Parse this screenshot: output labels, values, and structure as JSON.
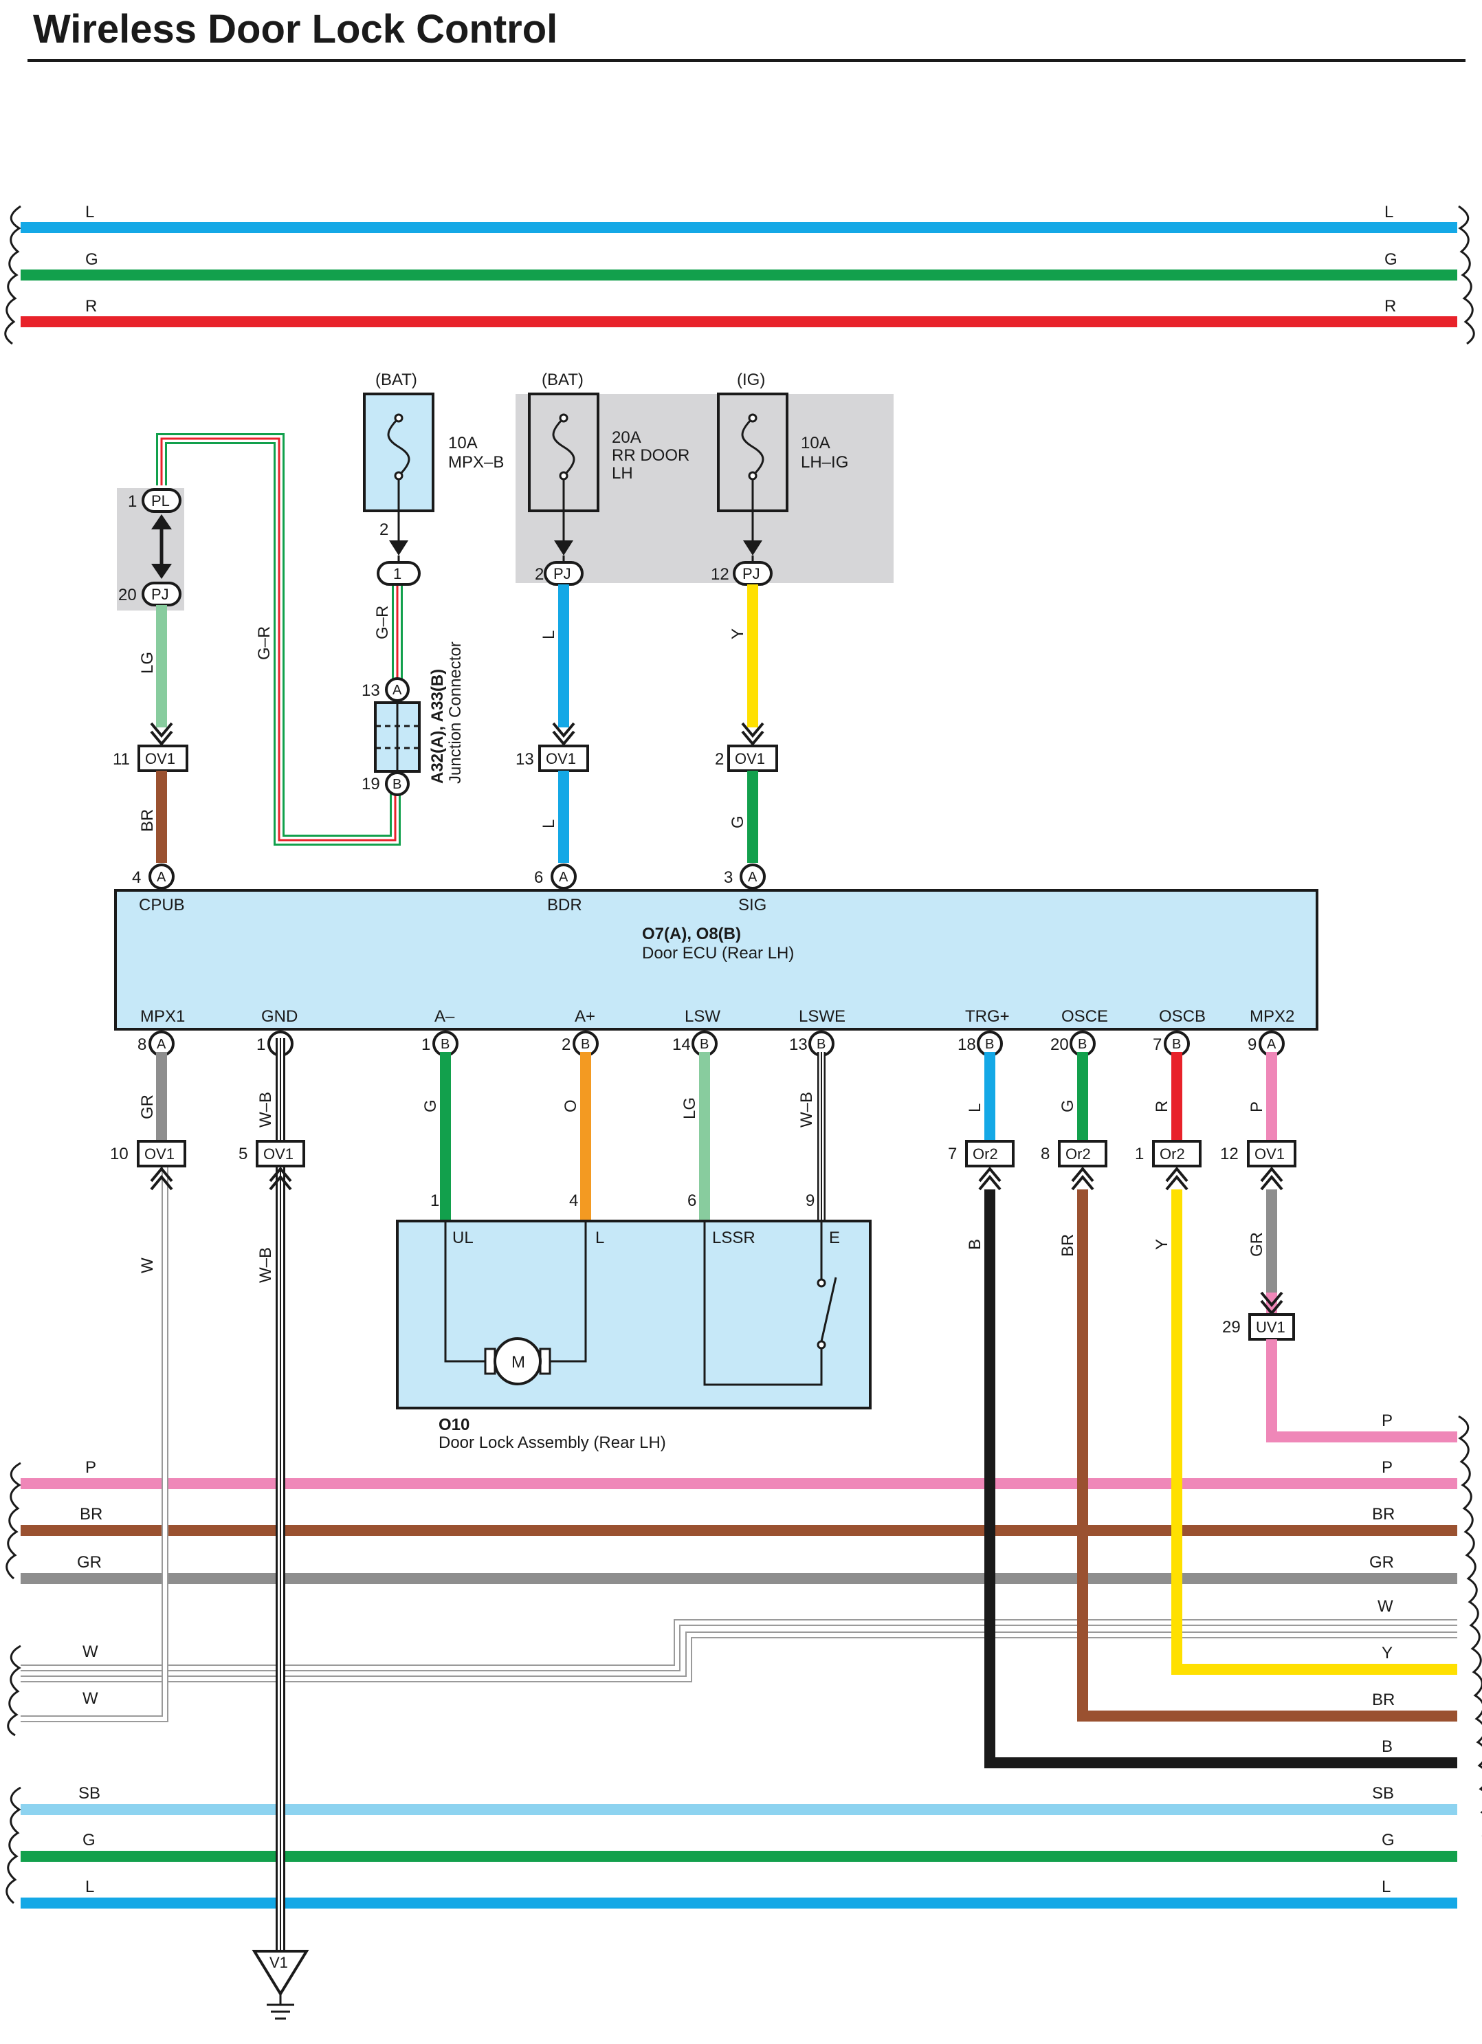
{
  "title": "Wireless Door Lock Control",
  "colors": {
    "L": "#14a8e6",
    "G": "#12a04c",
    "R": "#e8222a",
    "LG": "#88cc9e",
    "BR": "#9a5130",
    "GR": "#8e8e8e",
    "P": "#ef87b8",
    "SB": "#8dd3f0",
    "W": "#ffffff",
    "B": "#1a1a1a",
    "Y": "#ffe000",
    "O": "#f39a22",
    "ecu_fill": "#c6e8f8",
    "shade": "#d6d6d8"
  },
  "top_buses": [
    "L",
    "G",
    "R"
  ],
  "bottom_buses": [
    "P",
    "BR",
    "GR",
    "W",
    "Y",
    "BR",
    "B",
    "SB",
    "G",
    "L"
  ],
  "bottom_left_labels": [
    "P",
    "BR",
    "GR",
    "W",
    "W",
    "SB",
    "G",
    "L"
  ],
  "fuses": [
    {
      "supply": "(BAT)",
      "rating": "10A",
      "name": "MPX–B",
      "name2": "",
      "pin": "2"
    },
    {
      "supply": "(BAT)",
      "rating": "20A",
      "name": "RR DOOR",
      "name2": "LH",
      "pin": ""
    },
    {
      "supply": "(IG)",
      "rating": "10A",
      "name": "LH–IG",
      "name2": "",
      "pin": ""
    }
  ],
  "connectors": {
    "pl": {
      "pin": "1",
      "code": "PL"
    },
    "pj_left": {
      "pin": "20",
      "code": "PJ"
    },
    "pj_bdr": {
      "pin": "2",
      "code": "PJ"
    },
    "pj_sig": {
      "pin": "12",
      "code": "PJ"
    },
    "mpxb_out": {
      "code": "1"
    },
    "ov1_cpub": {
      "pin": "11",
      "code": "OV1"
    },
    "ov1_bdr": {
      "pin": "13",
      "code": "OV1"
    },
    "ov1_sig": {
      "pin": "2",
      "code": "OV1"
    },
    "ov1_mpx1": {
      "pin": "10",
      "code": "OV1"
    },
    "ov1_gnd": {
      "pin": "5",
      "code": "OV1"
    },
    "or2_trg": {
      "pin": "7",
      "code": "Or2"
    },
    "or2_osce": {
      "pin": "8",
      "code": "Or2"
    },
    "or2_oscb": {
      "pin": "1",
      "code": "Or2"
    },
    "ov1_mpx2": {
      "pin": "12",
      "code": "OV1"
    },
    "uv1_mpx2": {
      "pin": "29",
      "code": "UV1"
    }
  },
  "junction": {
    "id": "A32(A), A33(B)",
    "name": "Junction Connector",
    "pin_a": "13",
    "pin_b": "19",
    "letter_a": "A",
    "letter_b": "B"
  },
  "ecu": {
    "id": "O7(A), O8(B)",
    "name": "Door ECU (Rear LH)",
    "top_terminals": [
      {
        "label": "CPUB",
        "pin": "4",
        "conn": "A"
      },
      {
        "label": "BDR",
        "pin": "6",
        "conn": "A"
      },
      {
        "label": "SIG",
        "pin": "3",
        "conn": "A"
      }
    ],
    "bottom_terminals": [
      {
        "label": "MPX1",
        "pin": "8",
        "conn": "A"
      },
      {
        "label": "GND",
        "pin": "1",
        "conn": "A"
      },
      {
        "label": "A–",
        "pin": "1",
        "conn": "B"
      },
      {
        "label": "A+",
        "pin": "2",
        "conn": "B"
      },
      {
        "label": "LSW",
        "pin": "14",
        "conn": "B"
      },
      {
        "label": "LSWE",
        "pin": "13",
        "conn": "B"
      },
      {
        "label": "TRG+",
        "pin": "18",
        "conn": "B"
      },
      {
        "label": "OSCE",
        "pin": "20",
        "conn": "B"
      },
      {
        "label": "OSCB",
        "pin": "7",
        "conn": "B"
      },
      {
        "label": "MPX2",
        "pin": "9",
        "conn": "A"
      }
    ]
  },
  "wire_labels": {
    "lg_left": "LG",
    "gr_long": "G–R",
    "gr_short": "G–R",
    "l_bdr": "L",
    "y_sig": "Y",
    "br_cpub": "BR",
    "l_bdr2": "L",
    "g_sig": "G",
    "gr_mpx1": "GR",
    "wb_gnd": "W–B",
    "g_am": "G",
    "o_ap": "O",
    "lg_lsw": "LG",
    "wb_lswe": "W–B",
    "l_trg": "L",
    "g_osce": "G",
    "r_oscb": "R",
    "p_mpx2": "P",
    "w_mpx1": "W",
    "wb_gnd2": "W–B",
    "b_trg": "B",
    "br_osce": "BR",
    "y_oscb": "Y",
    "gr_mpx2": "GR"
  },
  "lock": {
    "id": "O10",
    "name": "Door Lock Assembly (Rear LH)",
    "pins": [
      "1",
      "4",
      "6",
      "9"
    ],
    "terms": [
      "UL",
      "L",
      "LSSR",
      "E"
    ],
    "motor": "M"
  },
  "ground": {
    "code": "V1"
  }
}
